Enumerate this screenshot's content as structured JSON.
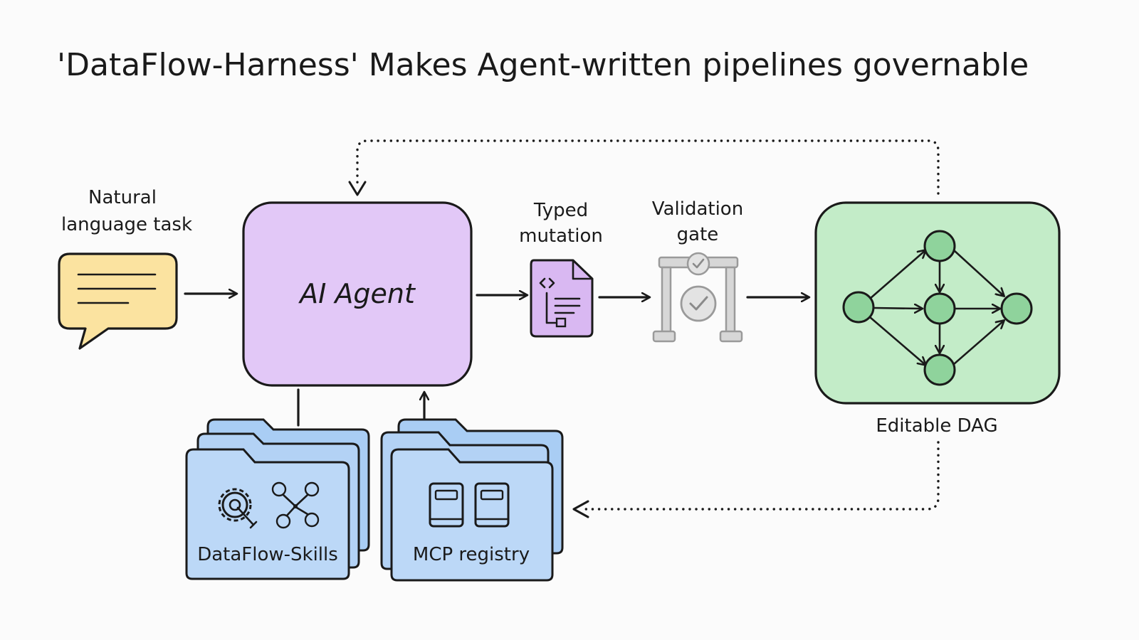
{
  "title": "'DataFlow-Harness' Makes Agent-written pipelines governable",
  "nodes": {
    "input": {
      "label_line1": "Natural",
      "label_line2": "language task",
      "icon": "speech-bubble-icon",
      "color": "#fbe3a0"
    },
    "agent": {
      "label": "AI Agent",
      "color": "#e2c8f7"
    },
    "mutation": {
      "label_line1": "Typed",
      "label_line2": "mutation",
      "icon": "code-document-icon",
      "color": "#d9b8f2"
    },
    "gate": {
      "label_line1": "Validation",
      "label_line2": "gate",
      "icon": "check-gate-icon",
      "color": "#cfcfcf"
    },
    "dag": {
      "label": "Editable DAG",
      "icon": "dag-graph-icon",
      "color": "#c3ecc8",
      "node_color": "#8fd39c"
    }
  },
  "folders": {
    "skills": {
      "label": "DataFlow-Skills",
      "icons": [
        "gear-wrench-icon",
        "network-people-icon"
      ],
      "color": "#bcd8f7"
    },
    "registry": {
      "label": "MCP registry",
      "icons": [
        "book-icon",
        "book-icon"
      ],
      "color": "#bcd8f7"
    }
  }
}
